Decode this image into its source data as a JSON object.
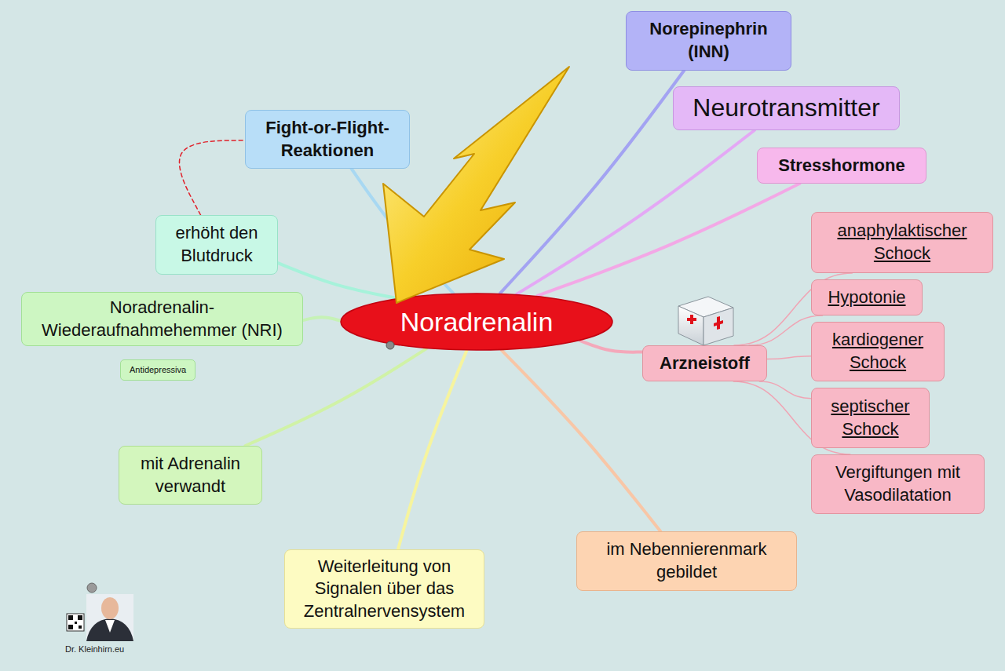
{
  "diagram": {
    "nodes": [
      {
        "text": [
          "Noradrenalin"
        ]
      },
      {
        "text": [
          "Norepinephrin (INN)"
        ]
      },
      {
        "text": [
          "Neurotransmitter"
        ]
      },
      {
        "text": [
          "Stresshormone"
        ]
      },
      {
        "text": [
          "Fight-or-Flight-Reaktionen"
        ]
      },
      {
        "text": [
          "erhöht den Blutdruck"
        ]
      },
      {
        "text": [
          "Noradrenalin-Wiederaufnahmehemmer (NRI)"
        ]
      },
      {
        "text": [
          "Antidepressiva"
        ]
      },
      {
        "text": [
          "Arzneistoff"
        ]
      },
      {
        "text": [
          "anaphylaktischer Schock"
        ]
      },
      {
        "text": [
          "Hypotonie"
        ]
      },
      {
        "text": [
          "kardiogener Schock"
        ]
      },
      {
        "text": [
          "septischer Schock"
        ]
      },
      {
        "text": [
          "Vergiftungen mit Vasodilatation"
        ]
      },
      {
        "text": [
          "mit Adrenalin verwandt"
        ]
      },
      {
        "text": [
          "Weiterleitung von Signalen über das Zentralnervensystem"
        ]
      },
      {
        "text": [
          "im Nebennierenmark gebildet"
        ]
      }
    ],
    "edges": [
      {
        "from": 0,
        "to": 1,
        "arrow": "none"
      },
      {
        "from": 0,
        "to": 2,
        "arrow": "none"
      },
      {
        "from": 0,
        "to": 3,
        "arrow": "none"
      },
      {
        "from": 0,
        "to": 4,
        "arrow": "none"
      },
      {
        "from": 0,
        "to": 5,
        "arrow": "none"
      },
      {
        "from": 0,
        "to": 6,
        "arrow": "none"
      },
      {
        "from": 0,
        "to": 8,
        "arrow": "none"
      },
      {
        "from": 0,
        "to": 14,
        "arrow": "none"
      },
      {
        "from": 0,
        "to": 15,
        "arrow": "none"
      },
      {
        "from": 0,
        "to": 16,
        "arrow": "none"
      },
      {
        "from": 8,
        "to": 9,
        "arrow": "none"
      },
      {
        "from": 8,
        "to": 10,
        "arrow": "none"
      },
      {
        "from": 8,
        "to": 11,
        "arrow": "none"
      },
      {
        "from": 8,
        "to": 12,
        "arrow": "none"
      },
      {
        "from": 8,
        "to": 13,
        "arrow": "none"
      },
      {
        "from": 5,
        "to": 4,
        "arrow": "none"
      }
    ],
    "labels": [
      "Dr. Kleinhirn.eu"
    ]
  }
}
